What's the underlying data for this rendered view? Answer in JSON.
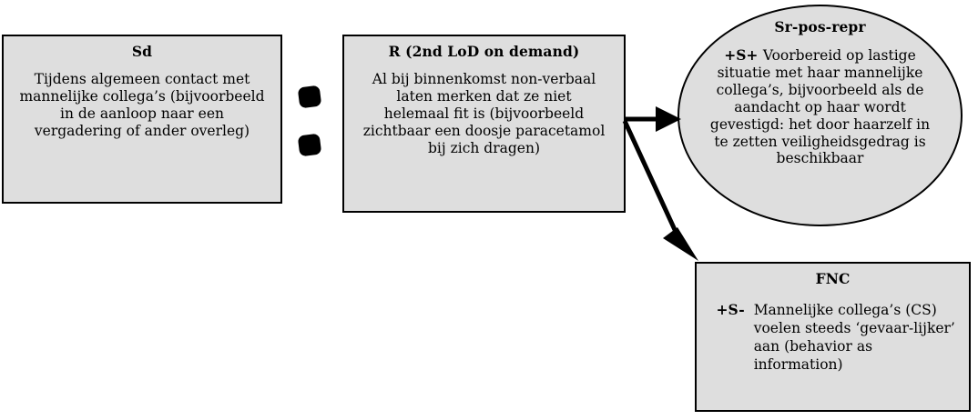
{
  "diagram": {
    "title_hidden": "",
    "colors": {
      "node_fill": "#dedede",
      "node_border": "#000000",
      "arrow": "#000000",
      "background": "#ffffff"
    },
    "nodes": {
      "sd": {
        "id": "Sd",
        "title": "Sd",
        "body": "Tijdens algemeen contact met mannelijke collega’s (bijvoorbeeld in de aanloop naar een vergadering of ander overleg)",
        "shape": "rectangle"
      },
      "r": {
        "id": "R",
        "title": "R (2nd LoD on demand)",
        "body": "Al bij binnenkomst non-verbaal laten merken dat ze niet helemaal fit is (bijvoorbeeld zichtbaar een doosje paracetamol bij zich dragen)",
        "shape": "rectangle"
      },
      "sr": {
        "id": "Sr-pos-repr",
        "title": "Sr-pos-repr",
        "sign": "+S+",
        "body": "Voorbereid op lastige situatie met haar mannelijke collega’s, bijvoorbeeld als de aandacht op haar wordt gevestigd: het door haarzelf in te zetten veiligheidsgedrag is beschikbaar",
        "shape": "ellipse"
      },
      "fnc": {
        "id": "FNC",
        "title": "FNC",
        "sign": "+S-",
        "body": "Mannelijke collega’s (CS) voelen steeds ‘gevaar-lijker’ aan (behavior as information)",
        "shape": "rectangle"
      }
    },
    "separator": {
      "name": "colon-separator",
      "dot_count": 2
    },
    "arrows": [
      {
        "name": "arrow-r-to-sr",
        "from": "R",
        "to": "Sr-pos-repr",
        "style": "solid",
        "head": "filled-triangle"
      },
      {
        "name": "arrow-r-to-fnc",
        "from": "R",
        "to": "FNC",
        "style": "solid",
        "head": "filled-triangle"
      }
    ]
  }
}
